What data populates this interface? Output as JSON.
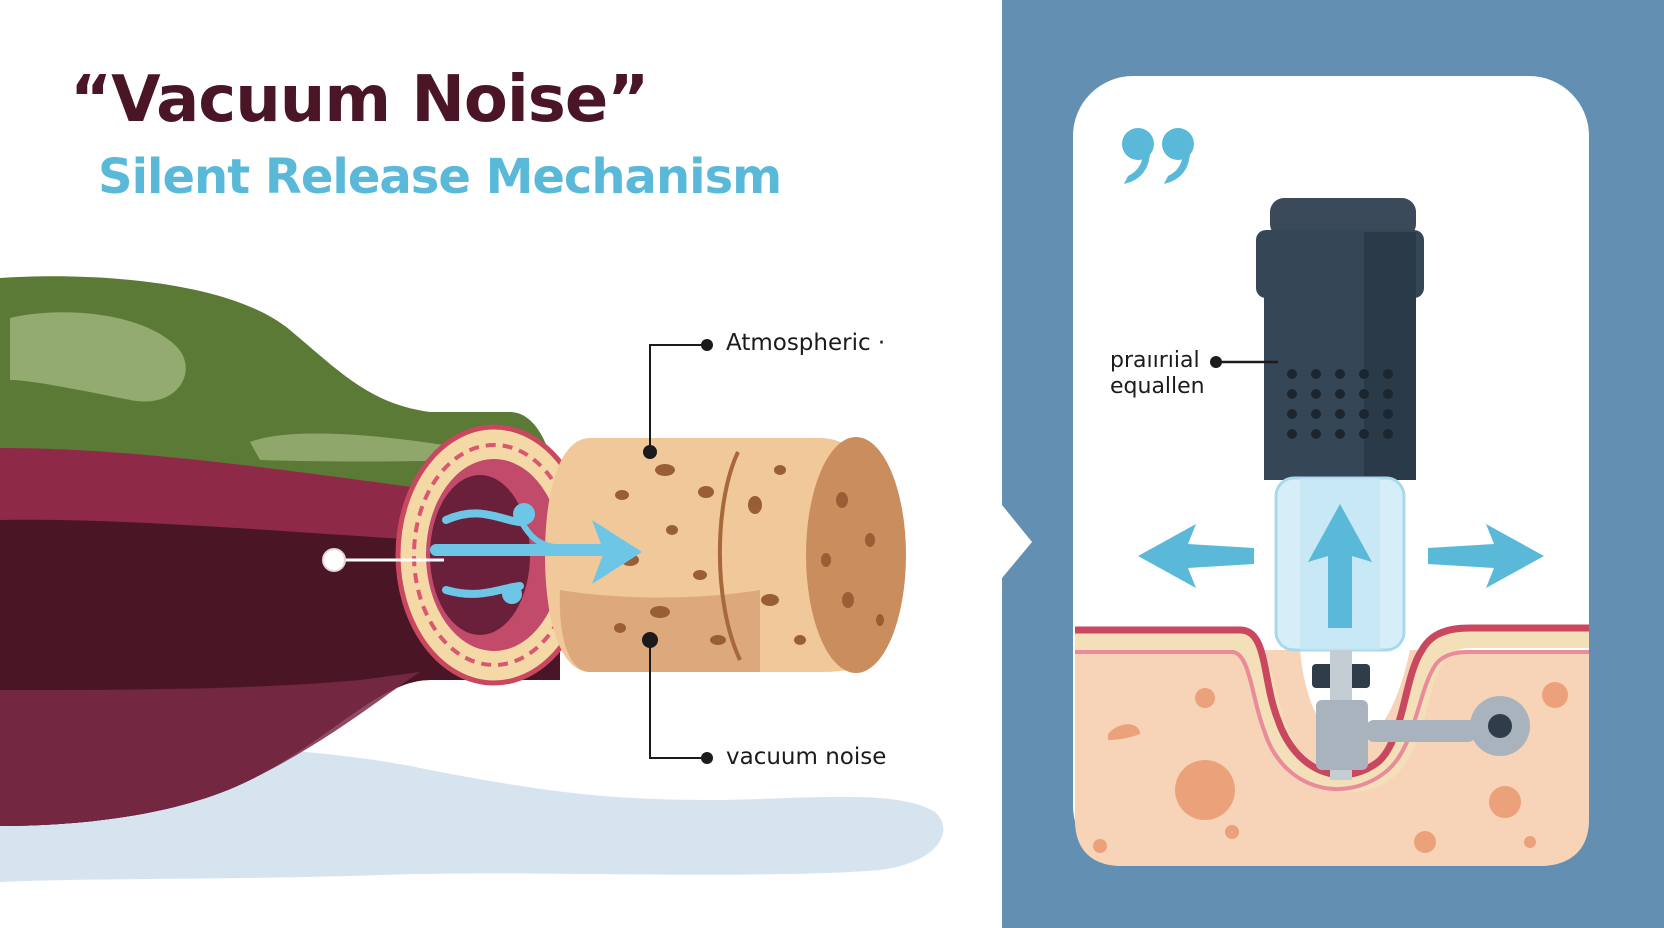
{
  "title": "“Vacuum Noise”",
  "subtitle": "Silent Release Mechanism",
  "labels": {
    "atmospheric": "Atmospheric ·",
    "vacuum_noise": "vacuum noise",
    "partial_line1": "praıırıial",
    "partial_line2": "equallen"
  },
  "icons": {
    "quote": "quote-icon"
  },
  "colors": {
    "title": "#4a1626",
    "subtitle": "#5ab9d9",
    "right_panel_bg": "#6390b2",
    "bottle_green": "#5a7a36",
    "wine": "#8e2a48",
    "cork": "#f0c89a",
    "air_flow": "#6ec6e6",
    "device_dark": "#354656"
  }
}
